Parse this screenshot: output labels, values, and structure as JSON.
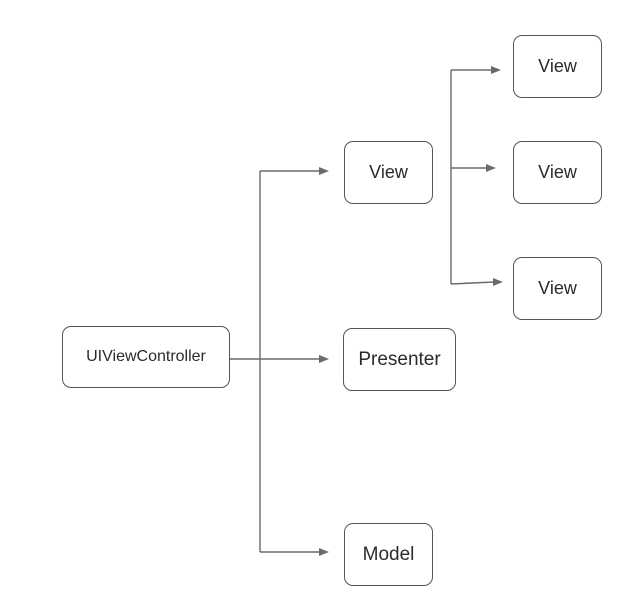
{
  "diagram": {
    "root": {
      "label": "UIViewController"
    },
    "children": [
      {
        "label": "View"
      },
      {
        "label": "Presenter"
      },
      {
        "label": "Model"
      }
    ],
    "subviews": [
      {
        "label": "View"
      },
      {
        "label": "View"
      },
      {
        "label": "View"
      }
    ],
    "colors": {
      "line": "#6a6a6a",
      "border": "#555555",
      "text": "#2b2b2b",
      "background": "#ffffff"
    }
  }
}
